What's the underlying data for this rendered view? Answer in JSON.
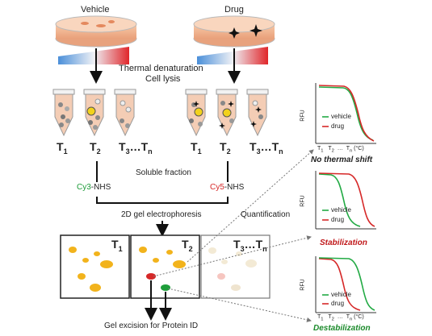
{
  "top": {
    "vehicle": "Vehicle",
    "drug": "Drug",
    "thermal": "Thermal denaturation",
    "lysis": "Cell lysis"
  },
  "tubes": {
    "t1": "T",
    "t2": "T",
    "t3n": "T",
    "sub1": "1",
    "sub2": "2",
    "sub3": "3",
    "subn": "n",
    "dots": "…"
  },
  "mid": {
    "soluble": "Soluble fraction",
    "cy3": "Cy3",
    "cy5": "Cy5",
    "nhs": "-NHS",
    "gel": "2D gel electrophoresis",
    "quant": "Quantification",
    "excision": "Gel excision for Protein ID"
  },
  "plots": {
    "ylabel": "RFU",
    "vehicle": "vehicle",
    "drug": "drug",
    "tick1": "T",
    "tick2": "T",
    "tickn": "T",
    "unit": "(°C)",
    "dots": "…",
    "p1_title": "No thermal shift",
    "p2_title": "Stabilization",
    "p3_title": "Destabilization"
  },
  "colors": {
    "vehicle_line": "#22aa44",
    "drug_line": "#d62828",
    "stabilization": "#c0181a",
    "destabilization": "#1a8a2a",
    "spot": "#f2b31c",
    "tube": "#f4cdb5"
  }
}
